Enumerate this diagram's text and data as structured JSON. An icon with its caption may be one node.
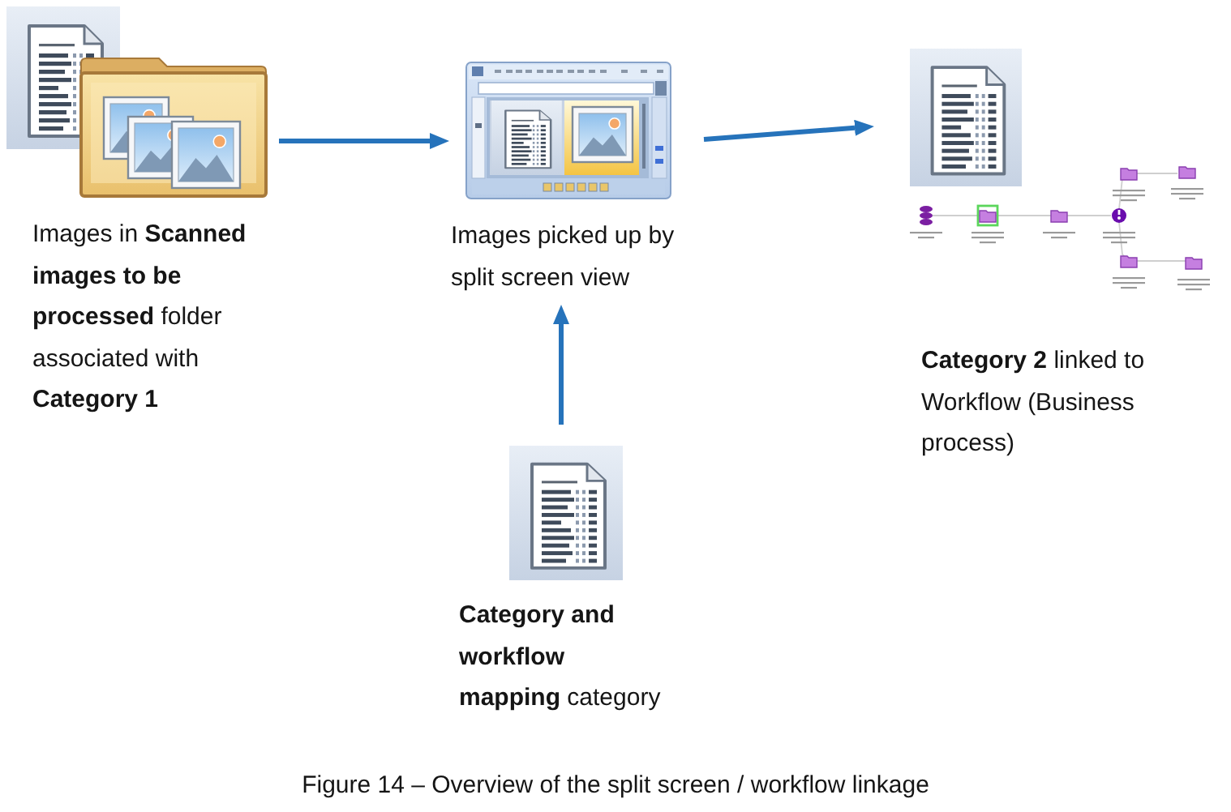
{
  "diagram": {
    "caption": "Figure 14 – Overview of the split screen / workflow linkage",
    "nodes": [
      {
        "text": [
          "Images in **Scanned images to be processed** folder associated with **Category 1**"
        ]
      },
      {
        "text": [
          "Images picked up by split screen view"
        ]
      },
      {
        "text": [
          "**Category 2** linked to Workflow (Business process)"
        ]
      },
      {
        "text": [
          "**Category and workflow mapping** category"
        ]
      }
    ],
    "edges": [
      {
        "from": 0,
        "to": 1,
        "arrow": "to"
      },
      {
        "from": 1,
        "to": 2,
        "arrow": "to"
      },
      {
        "from": 3,
        "to": 1,
        "arrow": "to"
      }
    ]
  }
}
